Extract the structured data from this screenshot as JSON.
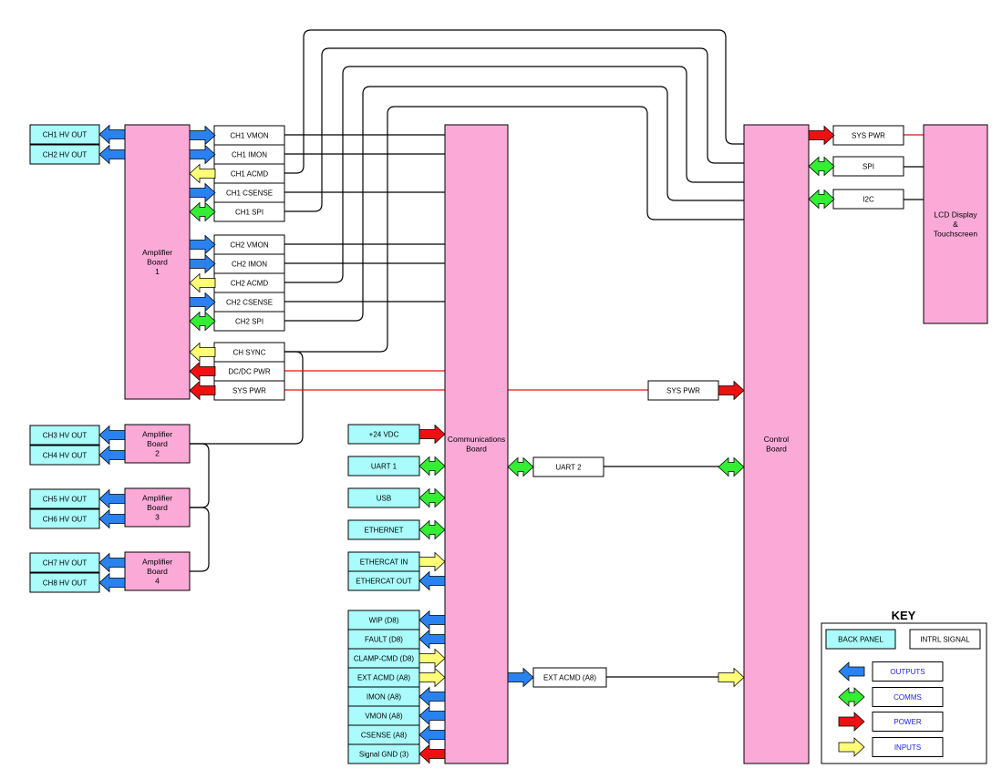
{
  "colors": {
    "pink": "#fbaad8",
    "cyan": "#aafbfb",
    "blue": "#2a82f0",
    "green": "#33ee33",
    "red": "#ee1111",
    "yellow": "#ffff77",
    "power_line": "#ee1111",
    "line": "#000000",
    "key_text": "#2222ee"
  },
  "blocks": {
    "amp1": "Amplifier\nBoard\n1",
    "amp2": "Amplifier\nBoard\n2",
    "amp3": "Amplifier\nBoard\n3",
    "amp4": "Amplifier\nBoard\n4",
    "comms": "Communications\nBoard",
    "control": "Control\nBoard",
    "lcd": "LCD Display\n&\nTouchscreen"
  },
  "back_panel": {
    "ch1_hv_out": "CH1 HV OUT",
    "ch2_hv_out": "CH2 HV OUT",
    "ch3_hv_out": "CH3 HV OUT",
    "ch4_hv_out": "CH4 HV OUT",
    "ch5_hv_out": "CH5 HV OUT",
    "ch6_hv_out": "CH6 HV OUT",
    "ch7_hv_out": "CH7 HV OUT",
    "ch8_hv_out": "CH8 HV OUT",
    "vdc24": "+24 VDC",
    "uart1": "UART 1",
    "usb": "USB",
    "ethernet": "ETHERNET",
    "ethercat_in": "ETHERCAT IN",
    "ethercat_out": "ETHERCAT OUT",
    "wip": "WIP (D8)",
    "fault": "FAULT (D8)",
    "clamp_cmd": "CLAMP-CMD (D8)",
    "ext_acmd": "EXT ACMD (A8)",
    "imon": "IMON (A8)",
    "vmon": "VMON (A8)",
    "csense": "CSENSE (A8)",
    "signal_gnd": "Signal GND (3)"
  },
  "internal": {
    "ch1_vmon": "CH1 VMON",
    "ch1_imon": "CH1 IMON",
    "ch1_acmd": "CH1 ACMD",
    "ch1_csense": "CH1 CSENSE",
    "ch1_spi": "CH1 SPI",
    "ch2_vmon": "CH2 VMON",
    "ch2_imon": "CH2 IMON",
    "ch2_acmd": "CH2 ACMD",
    "ch2_csense": "CH2 CSENSE",
    "ch2_spi": "CH2  SPI",
    "ch_sync": "CH SYNC",
    "dcdc_pwr": "DC/DC PWR",
    "sys_pwr_amp": "SYS PWR",
    "sys_pwr_mid": "SYS PWR",
    "uart2": "UART 2",
    "ext_acmd_int": "EXT ACMD (A8)",
    "sys_pwr_lcd": "SYS PWR",
    "spi": "SPI",
    "i2c": "I2C"
  },
  "key": {
    "title": "KEY",
    "back_panel": "BACK PANEL",
    "intrl_signal": "INTRL SIGNAL",
    "outputs": "OUTPUTS",
    "comms": "COMMS",
    "power": "POWER",
    "inputs": "INPUTS"
  }
}
